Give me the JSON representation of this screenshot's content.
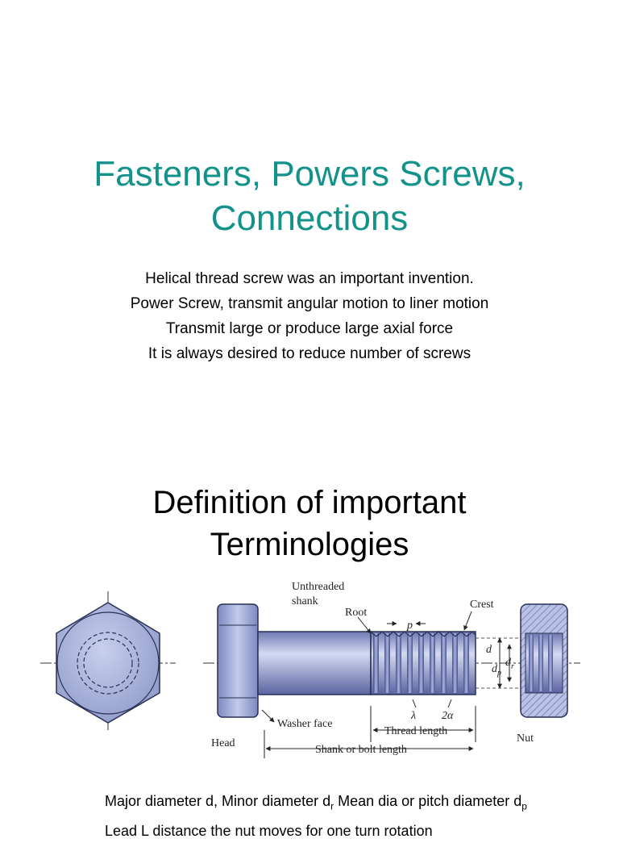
{
  "title": {
    "line1": "Fasteners, Powers Screws,",
    "line2": "Connections"
  },
  "bullets": [
    "Helical thread screw was an important invention.",
    "Power Screw, transmit angular motion to liner motion",
    "Transmit large or produce large axial force",
    "It is always desired to reduce number of screws"
  ],
  "subtitle": {
    "line1": "Definition of important",
    "line2": "Terminologies"
  },
  "diagram": {
    "labels": {
      "unthreaded_1": "Unthreaded",
      "unthreaded_2": "shank",
      "root": "Root",
      "crest": "Crest",
      "p": "p",
      "d": "d",
      "dr": "d",
      "dr_sub": "r",
      "dp": "d",
      "dp_sub": "p",
      "lambda": "λ",
      "two_alpha": "2α",
      "washer_face": "Washer face",
      "thread_length": "Thread length",
      "head": "Head",
      "nut": "Nut",
      "shank_length": "Shank or bolt length"
    },
    "colors": {
      "metal_light": "#c8d0ec",
      "metal_mid": "#8c98c8",
      "metal_dark": "#4c5690",
      "outline": "#2a2f55",
      "title_teal": "#13928b"
    }
  },
  "footer": {
    "line1_a": "Major diameter d, Minor diameter d",
    "line1_a_sub": "r",
    "line1_b": " Mean dia or pitch diameter d",
    "line1_b_sub": "p",
    "line2": "Lead L distance the nut moves for one turn rotation"
  }
}
